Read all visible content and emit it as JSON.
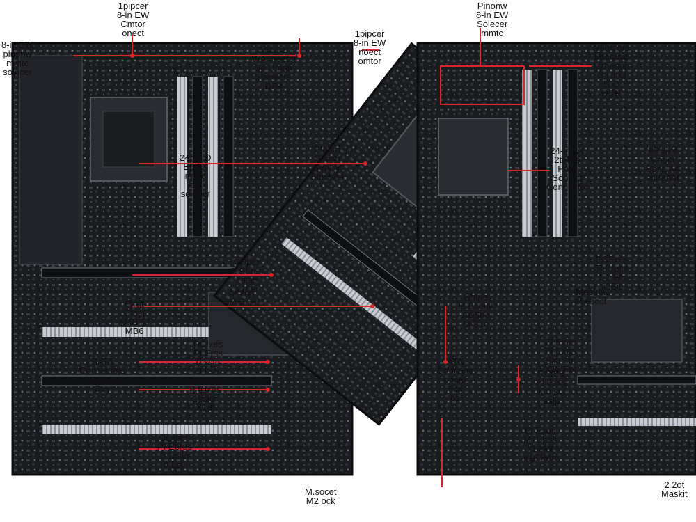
{
  "colors": {
    "pcb": "#1a1c20",
    "pcb_texture": "#2a2c31",
    "slot_light": "#c9ccd2",
    "slot_dark": "#0e0f12",
    "annotation": "#d8262b",
    "label_text": "#111111",
    "background": "#ffffff"
  },
  "labels": [
    {
      "id": "t1",
      "text": "1pipcer\n8-in EW\nCmtor\nonect"
    },
    {
      "id": "t2",
      "text": "8-in EW\npinonw\nmmtc\nsoiecer"
    },
    {
      "id": "t3",
      "text": "Mingler\nWAnneetcr\nJe Uman\nHanecte\nDR4"
    },
    {
      "id": "t4",
      "text": "1pipcer\n8-in EW\nnoect\nomtor"
    },
    {
      "id": "t5",
      "text": "Pinonw\n8-in EW\nSoiecer\nmmtc"
    },
    {
      "id": "t6",
      "text": "NMm ors\nMteorsic\nUzhonnh\nchi arel\nH D\nDDR"
    },
    {
      "id": "t7",
      "text": "Plaord\nSomin\nSeat M\nSoiet A4"
    },
    {
      "id": "t8",
      "text": "24mn D\nEDAX\nnwoc\ncer\nsoiecer"
    },
    {
      "id": "t9",
      "text": "24-in AX\n2tel'as\nPore\nSooiect\nConnector"
    },
    {
      "id": "t10",
      "text": "PPSike\nCopct\nSoct, A4\nsoeeAM"
    },
    {
      "id": "t11",
      "text": "CUpes\nP Ebres\n1secr\nx15er"
    },
    {
      "id": "t12",
      "text": "PCExes\nP IUpss\n1 1 Slo\nx1Sic"
    },
    {
      "id": "t13",
      "text": "Pirat\nCtest\nAMB 57\nMB6"
    },
    {
      "id": "t14",
      "text": "M.2olt\nMAsocet"
    },
    {
      "id": "t15",
      "text": "Mooket\nM.asoct"
    },
    {
      "id": "t16",
      "text": "Chtpe\nM.Bcnlor\nAD5bo\nM B1c"
    },
    {
      "id": "t17",
      "text": "PI Exes\nPI Exos\nSxa sot\nX16 Pot"
    },
    {
      "id": "t18",
      "text": "PCIxes\nPI Erss\n0 xslo\n0 Lstr"
    },
    {
      "id": "t19",
      "text": "SATA\nConnectors\nontue\n5ae"
    },
    {
      "id": "t20",
      "text": "ATA\nConrects\nonuto\n6ce\nos"
    },
    {
      "id": "t21",
      "text": "PCIEB\nPI Exes\nX 0 sot\nxslc"
    },
    {
      "id": "t22",
      "text": "PI Epes\nP IUxes\n1xslor\nX16l"
    },
    {
      "id": "t23",
      "text": "CLxpes\nPI Ebres\n0 1xslo\n0 Lstr"
    },
    {
      "id": "t24",
      "text": "PI Exes\nM IUpes\nx1 slot\nx16 Port"
    },
    {
      "id": "t25",
      "text": "M.socet\nM2 ock"
    },
    {
      "id": "t26",
      "text": "2 2ot\nMaskit"
    }
  ]
}
